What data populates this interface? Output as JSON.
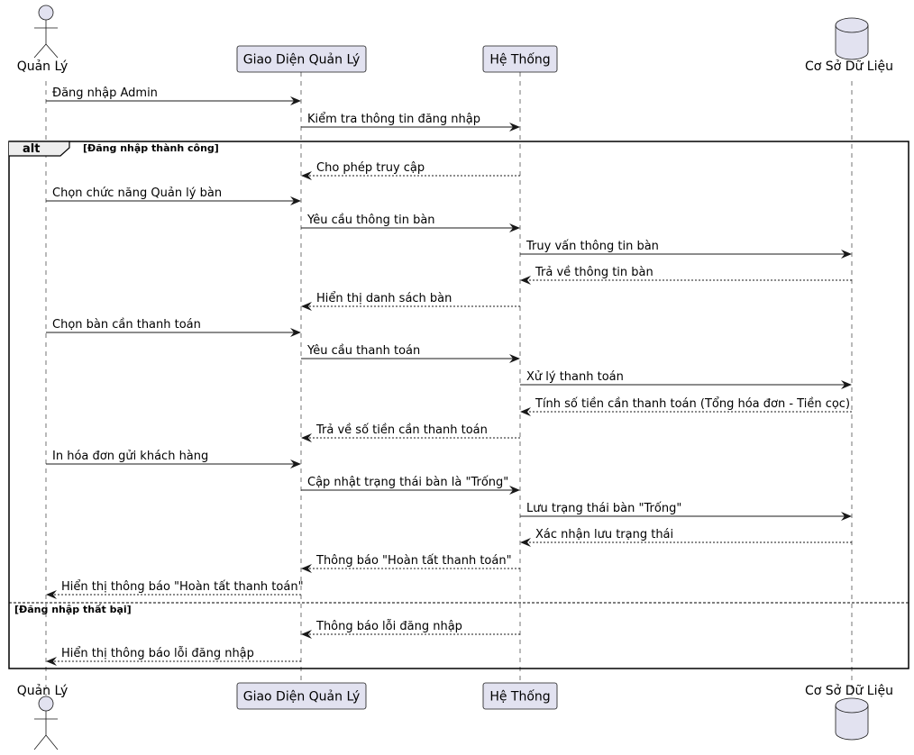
{
  "participants": [
    {
      "id": "ql",
      "name": "Quản Lý",
      "kind": "actor"
    },
    {
      "id": "gd",
      "name": "Giao Diện Quản Lý",
      "kind": "box"
    },
    {
      "id": "ht",
      "name": "Hệ Thống",
      "kind": "box"
    },
    {
      "id": "db",
      "name": "Cơ Sở Dữ Liệu",
      "kind": "database"
    }
  ],
  "alt_frame": {
    "keyword": "alt",
    "conditions": [
      "[Đăng nhập thành công]",
      "[Đăng nhập thất bại]"
    ]
  },
  "messages": [
    {
      "from": "ql",
      "to": "gd",
      "text": "Đăng nhập Admin",
      "dashed": false
    },
    {
      "from": "gd",
      "to": "ht",
      "text": "Kiểm tra thông tin đăng nhập",
      "dashed": false
    },
    {
      "from": "ht",
      "to": "gd",
      "text": "Cho phép truy cập",
      "dashed": true
    },
    {
      "from": "ql",
      "to": "gd",
      "text": "Chọn chức năng Quản lý bàn",
      "dashed": false
    },
    {
      "from": "gd",
      "to": "ht",
      "text": "Yêu cầu thông tin bàn",
      "dashed": false
    },
    {
      "from": "ht",
      "to": "db",
      "text": "Truy vấn thông tin bàn",
      "dashed": false
    },
    {
      "from": "db",
      "to": "ht",
      "text": "Trả về thông tin bàn",
      "dashed": true
    },
    {
      "from": "ht",
      "to": "gd",
      "text": "Hiển thị danh sách bàn",
      "dashed": true
    },
    {
      "from": "ql",
      "to": "gd",
      "text": "Chọn bàn cần thanh toán",
      "dashed": false
    },
    {
      "from": "gd",
      "to": "ht",
      "text": "Yêu cầu thanh toán",
      "dashed": false
    },
    {
      "from": "ht",
      "to": "db",
      "text": "Xử lý thanh toán",
      "dashed": false
    },
    {
      "from": "db",
      "to": "ht",
      "text": "Tính số tiền cần thanh toán (Tổng hóa đơn - Tiền cọc)",
      "dashed": true
    },
    {
      "from": "ht",
      "to": "gd",
      "text": "Trả về số tiền cần thanh toán",
      "dashed": true
    },
    {
      "from": "ql",
      "to": "gd",
      "text": "In hóa đơn gửi khách hàng",
      "dashed": false
    },
    {
      "from": "gd",
      "to": "ht",
      "text": "Cập nhật trạng thái bàn là \"Trống\"",
      "dashed": false
    },
    {
      "from": "ht",
      "to": "db",
      "text": "Lưu trạng thái bàn \"Trống\"",
      "dashed": false
    },
    {
      "from": "db",
      "to": "ht",
      "text": "Xác nhận lưu trạng thái",
      "dashed": true
    },
    {
      "from": "ht",
      "to": "gd",
      "text": "Thông báo \"Hoàn tất thanh toán\"",
      "dashed": true
    },
    {
      "from": "gd",
      "to": "ql",
      "text": "Hiển thị thông báo \"Hoàn tất thanh toán\"",
      "dashed": true
    },
    {
      "from": "ht",
      "to": "gd",
      "text": "Thông báo lỗi đăng nhập",
      "dashed": true
    },
    {
      "from": "gd",
      "to": "ql",
      "text": "Hiển thị thông báo lỗi đăng nhập",
      "dashed": true
    }
  ],
  "colors": {
    "participant_fill": "#e2e2f0",
    "participant_stroke": "#181818",
    "lifeline": "#181818",
    "arrow": "#181818",
    "frame": "#000000"
  }
}
